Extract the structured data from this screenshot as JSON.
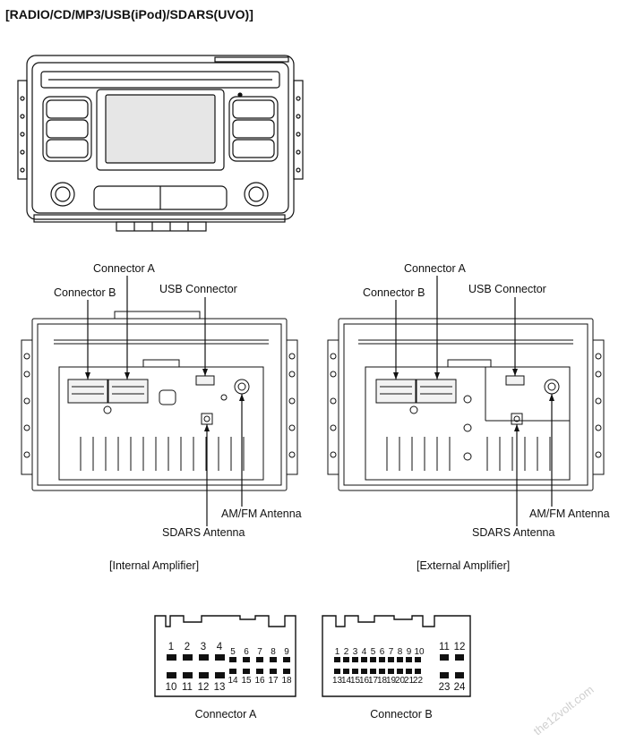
{
  "title": "[RADIO/CD/MP3/USB(iPod)/SDARS(UVO)]",
  "units": [
    {
      "caption": "[Internal Amplifier]",
      "labels": {
        "connector_a": "Connector A",
        "connector_b": "Connector B",
        "usb": "USB Connector",
        "amfm": "AM/FM Antenna",
        "sdars": "SDARS Antenna"
      }
    },
    {
      "caption": "[External Amplifier]",
      "labels": {
        "connector_a": "Connector A",
        "connector_b": "Connector B",
        "usb": "USB Connector",
        "amfm": "AM/FM Antenna",
        "sdars": "SDARS Antenna"
      }
    }
  ],
  "connector_a": {
    "caption": "Connector A",
    "top_large": [
      "1",
      "2",
      "3",
      "4"
    ],
    "top_small": [
      "5",
      "6",
      "7",
      "8",
      "9"
    ],
    "bottom_large": [
      "10",
      "11",
      "12",
      "13"
    ],
    "bottom_small": [
      "14",
      "15",
      "16",
      "17",
      "18"
    ]
  },
  "connector_b": {
    "caption": "Connector B",
    "top_small": [
      "1",
      "2",
      "3",
      "4",
      "5",
      "6",
      "7",
      "8",
      "9",
      "10"
    ],
    "top_large": [
      "11",
      "12"
    ],
    "bottom_small": [
      "13",
      "14",
      "15",
      "16",
      "17",
      "18",
      "19",
      "20",
      "21",
      "22"
    ],
    "bottom_large": [
      "23",
      "24"
    ]
  },
  "watermark": "the12volt.com"
}
